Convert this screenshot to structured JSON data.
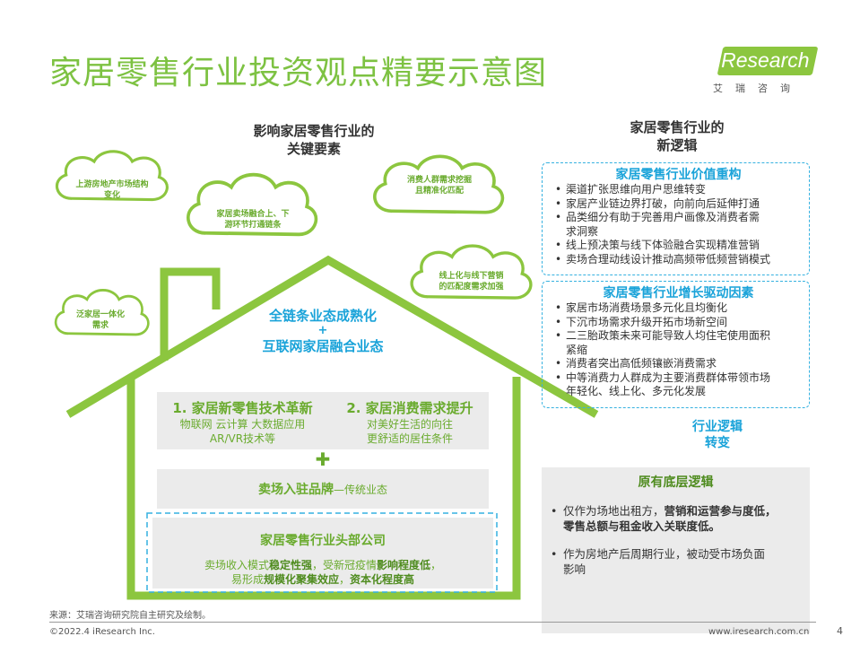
{
  "header": {
    "title": "家居零售行业投资观点精要示意图",
    "logo_text": "iResearch",
    "logo_sub": "艾瑞咨询"
  },
  "left": {
    "heading_line1": "影响家居零售行业的",
    "heading_line2": "关键要素",
    "clouds": [
      {
        "line1": "上游房地产市场结构",
        "line2": "变化"
      },
      {
        "line1": "家居卖场融合上、下",
        "line2": "游环节打通链条"
      },
      {
        "line1": "消费人群需求挖掘",
        "line2": "且精准化匹配"
      },
      {
        "line1": "线上化与线下营销",
        "line2": "的匹配度需求加强"
      },
      {
        "line1": "泛家居一体化",
        "line2": "需求"
      }
    ],
    "roof_line1": "全链条业态成熟化",
    "roof_plus": "+",
    "roof_line2": "互联网家居融合业态",
    "box1_title": "1. 家居新零售技术革新",
    "box1_line1": "物联网 云计算 大数据应用",
    "box1_line2": "AR/VR技术等",
    "box2_title": "2. 家居消费需求提升",
    "box2_line1": "对美好生活的向往",
    "box2_line2": "更舒适的居住条件",
    "plus": "✚",
    "mall_title": "卖场入驻品牌",
    "mall_suffix": "—传统业态",
    "head_title": "家居零售行业头部公司",
    "head_l1_a": "卖场收入模式",
    "head_l1_b": "稳定性强",
    "head_l1_c": "，受新冠疫情",
    "head_l1_d": "影响程度低",
    "head_l1_e": "，",
    "head_l2_a": "易形成",
    "head_l2_b": "规模化聚集效应",
    "head_l2_c": "，",
    "head_l2_d": "资本化程度高"
  },
  "right": {
    "heading_line1": "家居零售行业的",
    "heading_line2": "新逻辑",
    "box1_title": "家居零售行业价值重构",
    "box1_items": [
      "渠道扩张思维向用户思维转变",
      "家居产业链边界打破，向前向后延伸打通",
      "品类细分有助于完善用户画像及消费者需",
      "求洞察",
      "线上预决策与线下体验融合实现精准营销",
      "卖场合理动线设计推动高频带低频营销模式"
    ],
    "box2_title": "家居零售行业增长驱动因素",
    "box2_items": [
      "家居市场消费场景多元化且均衡化",
      "下沉市场需求升级开拓市场新空间",
      "二三胎政策未来可能导致人均住宅使用面积",
      "紧缩",
      "消费者突出高低频镶嵌消费需求",
      "中等消费力人群成为主要消费群体带领市场",
      "年轻化、线上化、多元化发展"
    ],
    "shift_line1": "行业逻辑",
    "shift_line2": "转变",
    "orig_title": "原有底层逻辑",
    "orig1_a": "仅作为场地出租方，",
    "orig1_b": "营销和运营参与度低，",
    "orig1_c": "零售总额与租金收入关联度低。",
    "orig2_a": "作为房地产后周期行业，被动受市场负面",
    "orig2_b": "影响"
  },
  "footer": {
    "source": "来源：艾瑞咨询研究院自主研究及绘制。",
    "copyright": "©2022.4 iResearch Inc.",
    "url": "www.iresearch.com.cn",
    "page": "4"
  },
  "colors": {
    "green": "#8cc63f",
    "blue": "#1aa3d9",
    "grey": "#ebebeb"
  }
}
